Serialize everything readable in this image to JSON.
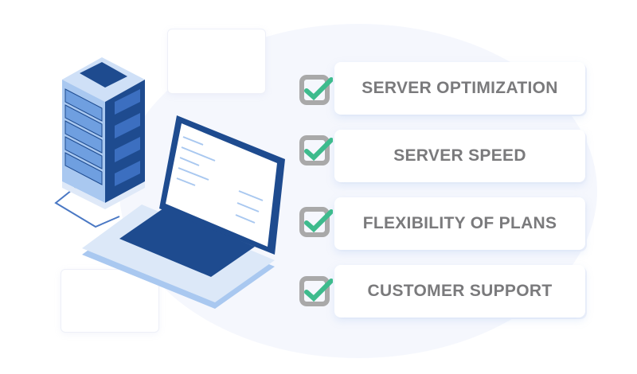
{
  "features": [
    {
      "label": "SERVER OPTIMIZATION",
      "checked": true
    },
    {
      "label": "SERVER SPEED",
      "checked": true
    },
    {
      "label": "FLEXIBILITY OF PLANS",
      "checked": true
    },
    {
      "label": "CUSTOMER SUPPORT",
      "checked": true
    }
  ],
  "colors": {
    "check": "#3dbb8d",
    "box": "#a9a9a9",
    "text": "#7a7a7c",
    "server": "#6f9fe0",
    "dark": "#1e4b8f"
  }
}
